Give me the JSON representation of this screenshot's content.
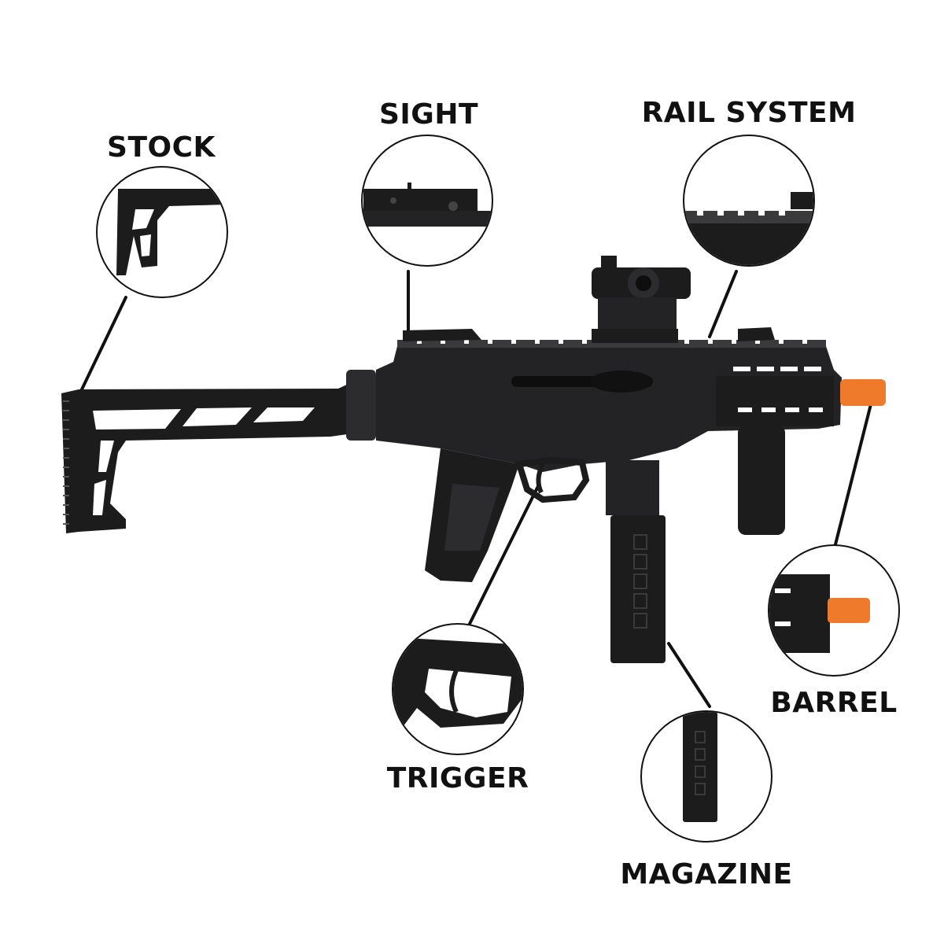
{
  "callouts": {
    "stock": "STOCK",
    "sight": "SIGHT",
    "rail_system": "RAIL SYSTEM",
    "barrel": "BARREL",
    "trigger": "TRIGGER",
    "magazine": "MAGAZINE"
  },
  "colors": {
    "body": "#1c1c1d",
    "body_mid": "#2c2c2e",
    "body_light": "#3a3a3c",
    "orange_tip": "#f07a2c",
    "callout_line": "#111111",
    "circle_stroke": "#111111",
    "background": "#ffffff"
  }
}
